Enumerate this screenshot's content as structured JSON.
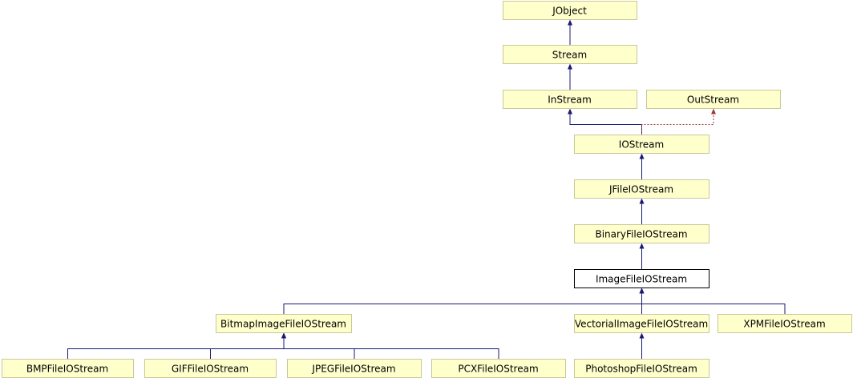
{
  "diagram": {
    "nodes": [
      {
        "id": "JObject",
        "label": "JObject",
        "kind": "class"
      },
      {
        "id": "Stream",
        "label": "Stream",
        "kind": "class"
      },
      {
        "id": "InStream",
        "label": "InStream",
        "kind": "class"
      },
      {
        "id": "OutStream",
        "label": "OutStream",
        "kind": "class"
      },
      {
        "id": "IOStream",
        "label": "IOStream",
        "kind": "class"
      },
      {
        "id": "JFileIOStream",
        "label": "JFileIOStream",
        "kind": "class"
      },
      {
        "id": "BinaryFileIOStream",
        "label": "BinaryFileIOStream",
        "kind": "class"
      },
      {
        "id": "ImageFileIOStream",
        "label": "ImageFileIOStream",
        "kind": "current"
      },
      {
        "id": "BitmapImageFileIOStream",
        "label": "BitmapImageFileIOStream",
        "kind": "class"
      },
      {
        "id": "VectorialImageFileIOStream",
        "label": "VectorialImageFileIOStream",
        "kind": "class"
      },
      {
        "id": "XPMFileIOStream",
        "label": "XPMFileIOStream",
        "kind": "class"
      },
      {
        "id": "BMPFileIOStream",
        "label": "BMPFileIOStream",
        "kind": "class"
      },
      {
        "id": "GIFFileIOStream",
        "label": "GIFFileIOStream",
        "kind": "class"
      },
      {
        "id": "JPEGFileIOStream",
        "label": "JPEGFileIOStream",
        "kind": "class"
      },
      {
        "id": "PCXFileIOStream",
        "label": "PCXFileIOStream",
        "kind": "class"
      },
      {
        "id": "PhotoshopFileIOStream",
        "label": "PhotoshopFileIOStream",
        "kind": "class"
      }
    ],
    "edges": [
      {
        "from": "Stream",
        "to": "JObject",
        "style": "solid"
      },
      {
        "from": "InStream",
        "to": "Stream",
        "style": "solid"
      },
      {
        "from": "IOStream",
        "to": "InStream",
        "style": "solid"
      },
      {
        "from": "IOStream",
        "to": "OutStream",
        "style": "dashed"
      },
      {
        "from": "JFileIOStream",
        "to": "IOStream",
        "style": "solid"
      },
      {
        "from": "BinaryFileIOStream",
        "to": "JFileIOStream",
        "style": "solid"
      },
      {
        "from": "ImageFileIOStream",
        "to": "BinaryFileIOStream",
        "style": "solid"
      },
      {
        "from": "BitmapImageFileIOStream",
        "to": "ImageFileIOStream",
        "style": "solid"
      },
      {
        "from": "VectorialImageFileIOStream",
        "to": "ImageFileIOStream",
        "style": "solid"
      },
      {
        "from": "XPMFileIOStream",
        "to": "ImageFileIOStream",
        "style": "solid"
      },
      {
        "from": "BMPFileIOStream",
        "to": "BitmapImageFileIOStream",
        "style": "solid"
      },
      {
        "from": "GIFFileIOStream",
        "to": "BitmapImageFileIOStream",
        "style": "solid"
      },
      {
        "from": "JPEGFileIOStream",
        "to": "BitmapImageFileIOStream",
        "style": "solid"
      },
      {
        "from": "PCXFileIOStream",
        "to": "BitmapImageFileIOStream",
        "style": "solid"
      },
      {
        "from": "PhotoshopFileIOStream",
        "to": "VectorialImageFileIOStream",
        "style": "solid"
      }
    ],
    "colors": {
      "node_fill": "#ffffcc",
      "node_border": "#c8c89a",
      "current_fill": "#ffffff",
      "current_border": "#000000",
      "edge_solid": "#191970",
      "edge_dashed": "#9a3a3a"
    }
  }
}
